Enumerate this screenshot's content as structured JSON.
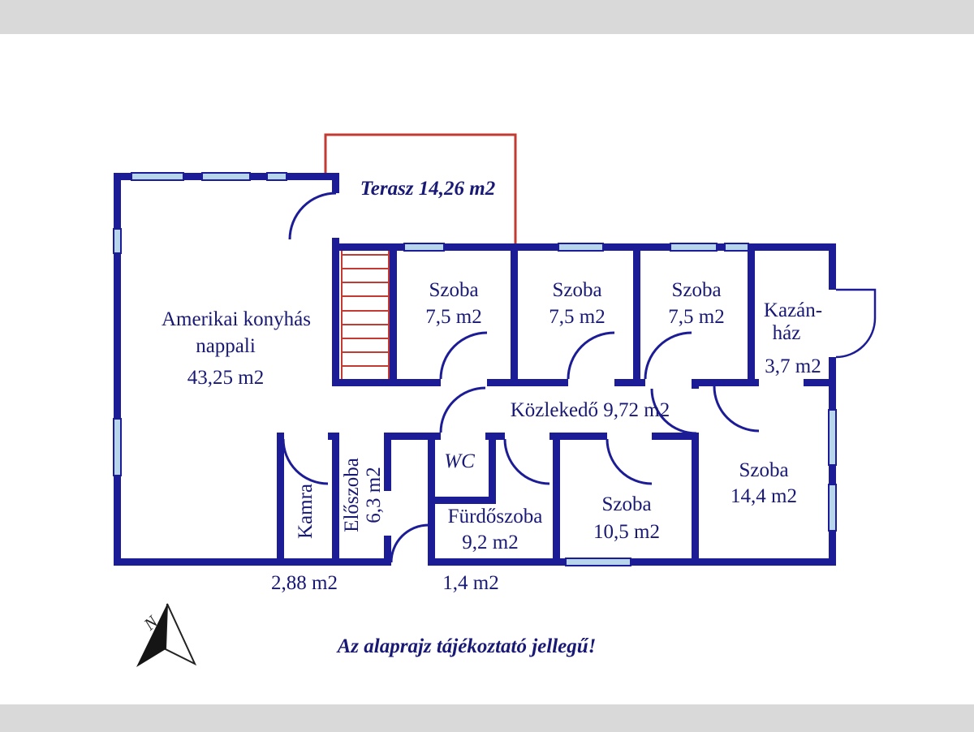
{
  "colors": {
    "wall": "#1c1c96",
    "window": "#b7d6ec",
    "accent_red": "#c23a32",
    "text": "#181875",
    "letterbox": "#d9d9d9"
  },
  "rooms": {
    "terasz": {
      "label": "Terasz 14,26 m2"
    },
    "nappali": {
      "name_line1": "Amerikai konyhás",
      "name_line2": "nappali",
      "area": "43,25 m2"
    },
    "szoba_top_1": {
      "name": "Szoba",
      "area": "7,5 m2"
    },
    "szoba_top_2": {
      "name": "Szoba",
      "area": "7,5 m2"
    },
    "szoba_top_3": {
      "name": "Szoba",
      "area": "7,5 m2"
    },
    "kazanhaz": {
      "name_line1": "Kazán-",
      "name_line2": "ház",
      "area": "3,7 m2"
    },
    "kozlekedo": {
      "label": "Közlekedő 9,72 m2"
    },
    "wc": {
      "name": "WC"
    },
    "furdoszoba": {
      "name": "Fürdőszoba",
      "area": "9,2 m2"
    },
    "szoba_right_small": {
      "name": "Szoba",
      "area": "10,5 m2"
    },
    "szoba_right_large": {
      "name": "Szoba",
      "area": "14,4 m2"
    },
    "kamra": {
      "name": "Kamra",
      "area": "2,88 m2"
    },
    "eloszoba": {
      "name": "Előszoba",
      "area": "6,3 m2"
    }
  },
  "annotations": {
    "entry_area": "1,4 m2",
    "compass": "N",
    "footer": "Az alaprajz tájékoztató jellegű!"
  }
}
